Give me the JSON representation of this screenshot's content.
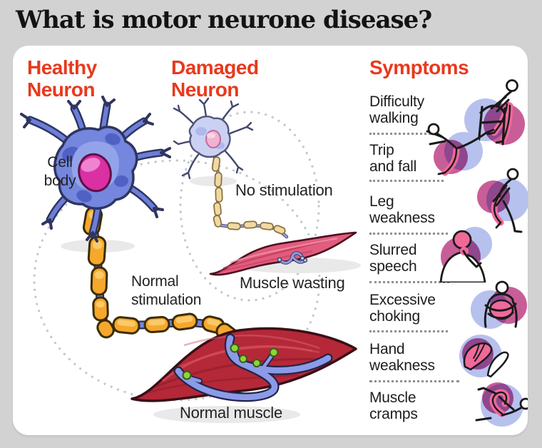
{
  "title": "What is motor neurone disease?",
  "panel": {
    "healthy_neuron": {
      "heading_lines": [
        "Healthy",
        "Neuron"
      ],
      "cell_body_lines": [
        "Cell",
        "body"
      ],
      "normal_stimulation_lines": [
        "Normal",
        "stimulation"
      ],
      "normal_muscle_label": "Normal muscle"
    },
    "damaged_neuron": {
      "heading_lines": [
        "Damaged",
        "Neuron"
      ],
      "no_stimulation_label": "No stimulation",
      "muscle_wasting_label": "Muscle wasting"
    },
    "symptoms": {
      "heading": "Symptoms",
      "items": [
        {
          "label": "Difficulty walking",
          "lines": [
            "Difficulty",
            "walking"
          ],
          "icon": "person-using-walker-icon"
        },
        {
          "label": "Trip and fall",
          "lines": [
            "Trip",
            "and fall"
          ],
          "icon": "person-falling-icon"
        },
        {
          "label": "Leg weakness",
          "lines": [
            "Leg",
            "weakness"
          ],
          "icon": "person-holding-knee-icon"
        },
        {
          "label": "Slurred speech",
          "lines": [
            "Slurred",
            "speech"
          ],
          "icon": "person-touching-throat-icon"
        },
        {
          "label": "Excessive choking",
          "lines": [
            "Excessive",
            "choking"
          ],
          "icon": "person-clutching-chest-icon"
        },
        {
          "label": "Hand weakness",
          "lines": [
            "Hand",
            "weakness"
          ],
          "icon": "weak-hands-icon"
        },
        {
          "label": "Muscle cramps",
          "lines": [
            "Muscle",
            "cramps"
          ],
          "icon": "person-leg-cramp-icon"
        }
      ]
    }
  },
  "colors": {
    "background": "#d2d2d2",
    "card": "#ffffff",
    "accent_red": "#e8391d",
    "text_dark": "#222222",
    "neuron_blue": "#7486dd",
    "neuron_blue_dark": "#5061c4",
    "nucleus_pink": "#db2fa4",
    "axon_orange": "#f5a82b",
    "pale_axon": "#f2d9a2",
    "damaged_neuron_lavender": "#cad1f3",
    "muscle_red": "#b52838",
    "damaged_muscle_pink": "#e25c7d",
    "nerve_blue": "#8b9be8",
    "nerve_tip_green": "#8ed43b",
    "icon_circle_blue": "#b7c1ee",
    "icon_circle_magenta": "#c4508f",
    "icon_highlight_pink": "#f0699b",
    "dotted_circle_gray": "#c3c6cc"
  }
}
